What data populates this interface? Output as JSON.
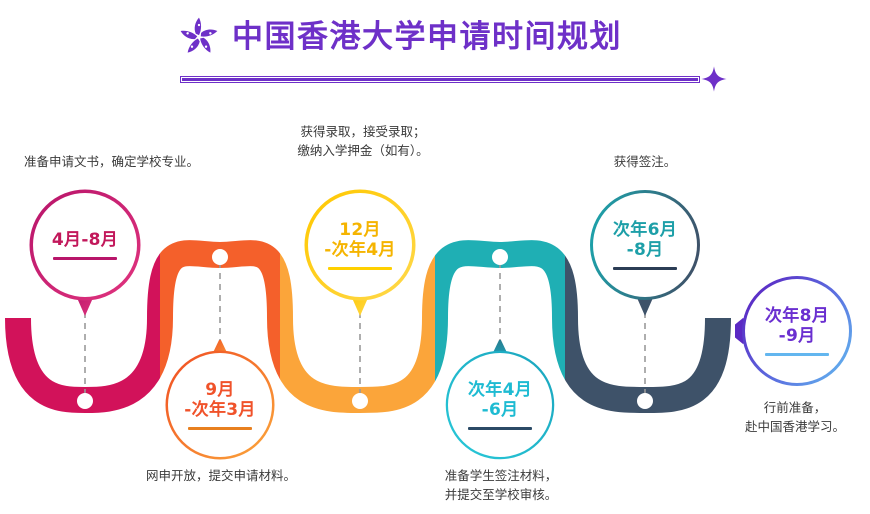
{
  "header": {
    "title": "中国香港大学申请时间规划",
    "logo_icon": "bauhinia-flower-icon",
    "sparkle_icon": "four-point-sparkle-icon",
    "accent_color": "#6E30C8"
  },
  "timeline": {
    "nodes": [
      {
        "id": "stage-1",
        "label": "4月-8月",
        "caption": "准备申请文书，确定学校专业。",
        "ring_from": "#B8156A",
        "ring_to": "#E0337E",
        "text_color": "#C2185B",
        "underline_color": "#B8156A",
        "position": "above"
      },
      {
        "id": "stage-2",
        "label": "9月\n-次年3月",
        "caption": "网申开放，提交申请材料。",
        "ring_from": "#F04E23",
        "ring_to": "#FBA53A",
        "text_color": "#F0522A",
        "underline_color": "#E8801F",
        "position": "below"
      },
      {
        "id": "stage-3",
        "label": "12月\n-次年4月",
        "caption": "获得录取，接受录取；\n缴纳入学押金（如有）。",
        "ring_from": "#FFC800",
        "ring_to": "#FFD84A",
        "text_color": "#F5B400",
        "underline_color": "#FFD000",
        "position": "above"
      },
      {
        "id": "stage-4",
        "label": "次年4月\n-6月",
        "caption": "准备学生签注材料，\n并提交至学校审核。",
        "ring_from": "#1AA5BE",
        "ring_to": "#28C8D8",
        "text_color": "#1EBBD2",
        "underline_color": "#2B4A66",
        "position": "below"
      },
      {
        "id": "stage-5",
        "label": "次年6月\n-8月",
        "caption": "获得签注。",
        "ring_from": "#1E9FA8",
        "ring_to": "#3E5269",
        "text_color": "#1D9FA8",
        "underline_color": "#2B3D55",
        "position": "above"
      },
      {
        "id": "stage-6",
        "label": "次年8月\n-9月",
        "caption": "行前准备，\n赴中国香港学习。",
        "ring_from": "#5B29C4",
        "ring_to": "#62B4EE",
        "text_color": "#6A2FD0",
        "underline_color": "#63B6EF",
        "position": "end"
      }
    ],
    "wave_segments": [
      {
        "name": "segment-crimson",
        "color": "#D2125A"
      },
      {
        "name": "segment-orange-red",
        "color": "#F4602B"
      },
      {
        "name": "segment-orange",
        "color": "#FBA53A"
      },
      {
        "name": "segment-teal",
        "color": "#1FAFB4"
      },
      {
        "name": "segment-slate",
        "color": "#3E5269"
      }
    ],
    "connector_color": "#9a9a9a",
    "node_dot_color": "#ffffff"
  }
}
